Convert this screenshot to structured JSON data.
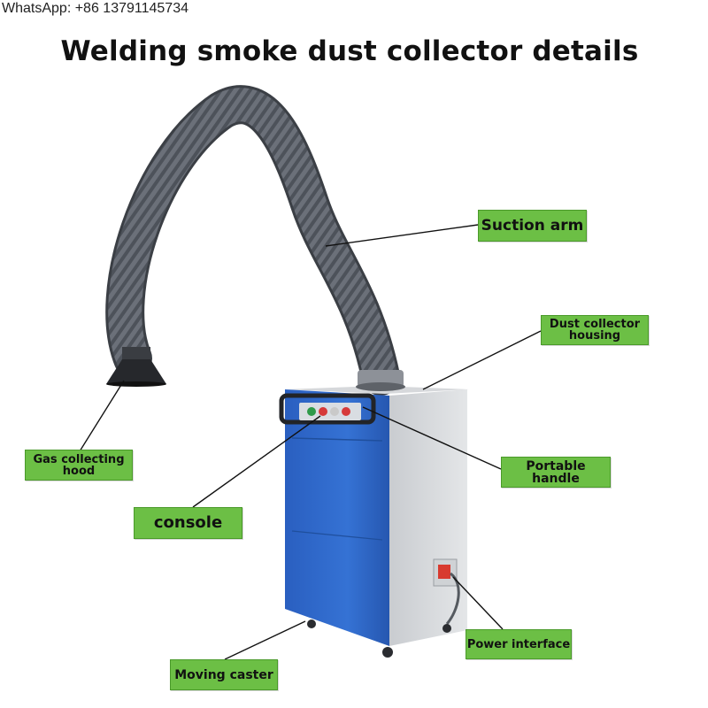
{
  "header": {
    "contact": "WhatsApp: +86 13791145734",
    "title": "Welding smoke dust collector details"
  },
  "callouts": {
    "suction_arm": "Suction arm",
    "housing": "Dust collector\nhousing",
    "hood": "Gas collecting\nhood",
    "handle": "Portable handle",
    "console": "console",
    "power": "Power interface",
    "caster": "Moving caster"
  },
  "colors": {
    "label_green": "#6cbf45",
    "cabinet_blue": "#2f67c8",
    "side_panel": "#d8dadc",
    "hose_gray": "#6b7079"
  },
  "console_buttons": [
    "#2e9a4a",
    "#d63a3a",
    "#c9c9c9",
    "#d63a3a"
  ]
}
